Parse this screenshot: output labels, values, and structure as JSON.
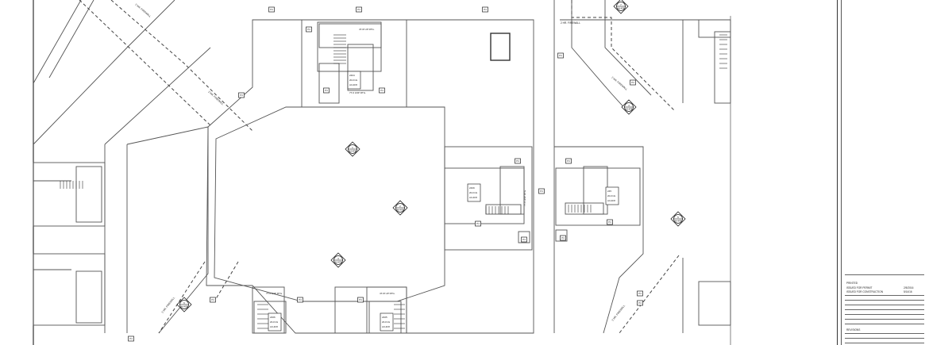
{
  "plan": {
    "firewall_label": "2 HR. FIREWALL",
    "rating_labels": [
      "4T-6f UP RTG.",
      "7T-6 3/4P RTG.",
      "7T-6 3/4P RTG.",
      "4T-6f UP RTG.",
      "7T-6 3/4P RTG."
    ],
    "room_tags": [
      {
        "num": "2404",
        "fl": "20-F1G",
        "sheet": "A3-4F8"
      },
      {
        "num": "2409",
        "fl": "20-F1G",
        "sheet": "A3-4F8"
      },
      {
        "num": "245",
        "fl": "20-F1G",
        "sheet": "A3-4F8"
      },
      {
        "num": "2406",
        "fl": "20-F1G",
        "sheet": "A3-4F8"
      },
      {
        "num": "2405",
        "fl": "20-F1G",
        "sheet": "A3-4F8"
      }
    ],
    "elevation_markers": [
      {
        "num": "1",
        "sheet": "A4-4F8"
      },
      {
        "num": "2",
        "sheet": "A4-4F8"
      },
      {
        "num": "3",
        "sheet": "A4-4F8"
      },
      {
        "num": "4",
        "sheet": "A4-4F8"
      },
      {
        "num": "5",
        "sheet": "A4-4F8"
      },
      {
        "num": "6",
        "sheet": "A4-4F8"
      },
      {
        "num": "7",
        "sheet": "A4-4F8"
      }
    ],
    "door_tags": [
      "P4",
      "P4",
      "P4",
      "P4",
      "P4",
      "P4",
      "P4",
      "P4",
      "P4",
      "P4",
      "P4",
      "P4",
      "P4",
      "P4",
      "P4",
      "P4",
      "P4",
      "P4",
      "P4",
      "P4",
      "P4",
      "P4"
    ]
  },
  "title_block": {
    "printed_label": "PRINTED",
    "issues": [
      {
        "label": "ISSUED FOR PERMIT",
        "date": "2/5/2016"
      },
      {
        "label": "ISSUED FOR CONSTRUCTION",
        "date": "5/14/16"
      }
    ],
    "revisions_label": "REVISIONS"
  }
}
